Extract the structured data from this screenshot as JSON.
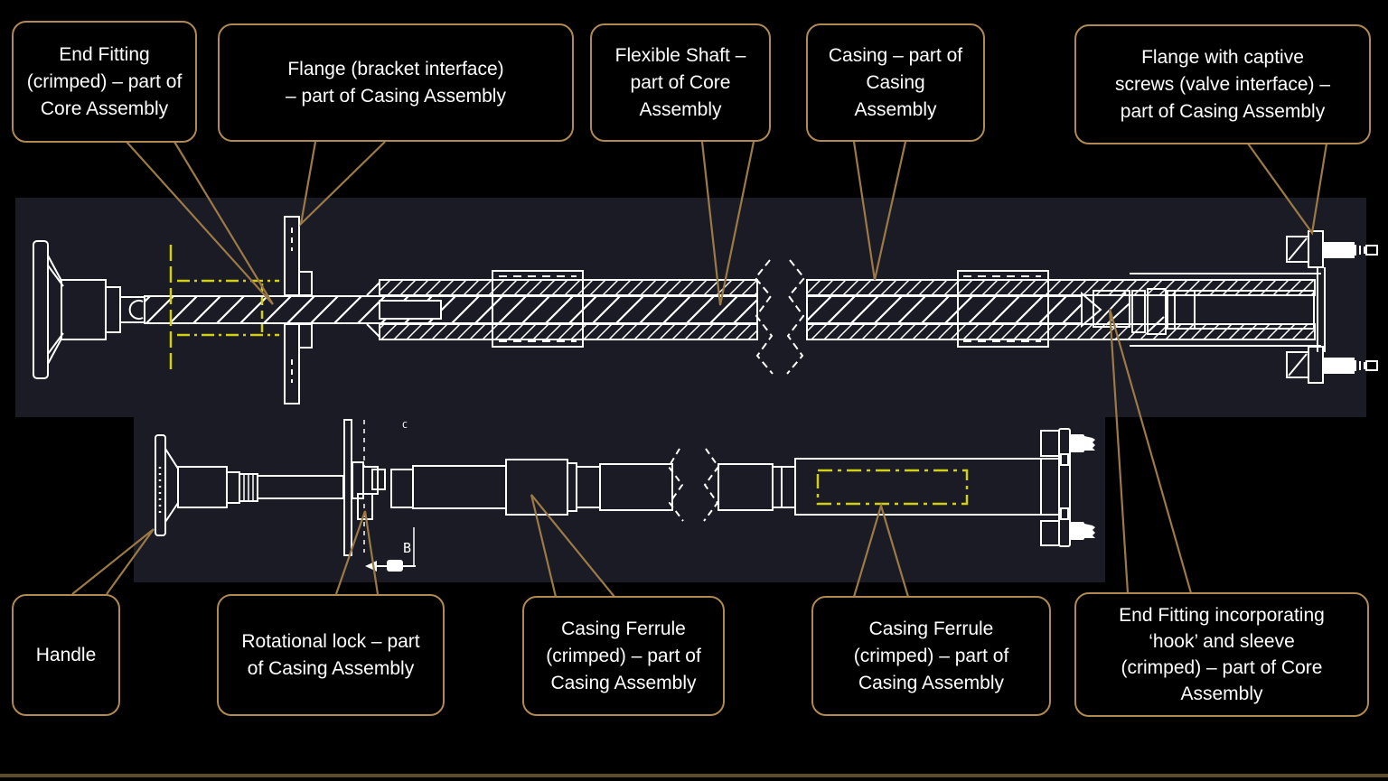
{
  "colors": {
    "background": "#000000",
    "panel": "#1b1b25",
    "drawing_line": "#ffffff",
    "highlight_yellow": "#d2d014",
    "callout_border": "#b08a52",
    "leader_line": "#9c7a45",
    "bottom_rule": "#5e4b29",
    "label_text": "#ffffff"
  },
  "callouts": [
    {
      "id": "end-fitting-crimped",
      "lines": [
        "End Fitting",
        "(crimped) – part of",
        "Core Assembly"
      ]
    },
    {
      "id": "flange-bracket-interface",
      "lines": [
        "Flange (bracket interface)",
        "– part of Casing Assembly"
      ]
    },
    {
      "id": "flexible-shaft",
      "lines": [
        "Flexible Shaft –",
        "part of Core",
        "Assembly"
      ]
    },
    {
      "id": "casing",
      "lines": [
        "Casing – part of",
        "Casing",
        "Assembly"
      ]
    },
    {
      "id": "flange-captive-screws",
      "lines": [
        "Flange with captive",
        "screws (valve interface) –",
        "part of Casing Assembly"
      ]
    },
    {
      "id": "handle",
      "lines": [
        "Handle"
      ]
    },
    {
      "id": "rotational-lock",
      "lines": [
        "Rotational lock – part",
        "of Casing Assembly"
      ]
    },
    {
      "id": "casing-ferrule-left",
      "lines": [
        "Casing Ferrule",
        "(crimped) – part of",
        "Casing Assembly"
      ]
    },
    {
      "id": "casing-ferrule-right",
      "lines": [
        "Casing Ferrule",
        "(crimped) – part of",
        "Casing Assembly"
      ]
    },
    {
      "id": "end-fitting-hook",
      "lines": [
        "End Fitting incorporating",
        "‘hook’ and sleeve",
        "(crimped) – part of Core",
        "Assembly"
      ]
    }
  ],
  "drawing_labels": {
    "section_b": "B",
    "section_c": "C"
  }
}
